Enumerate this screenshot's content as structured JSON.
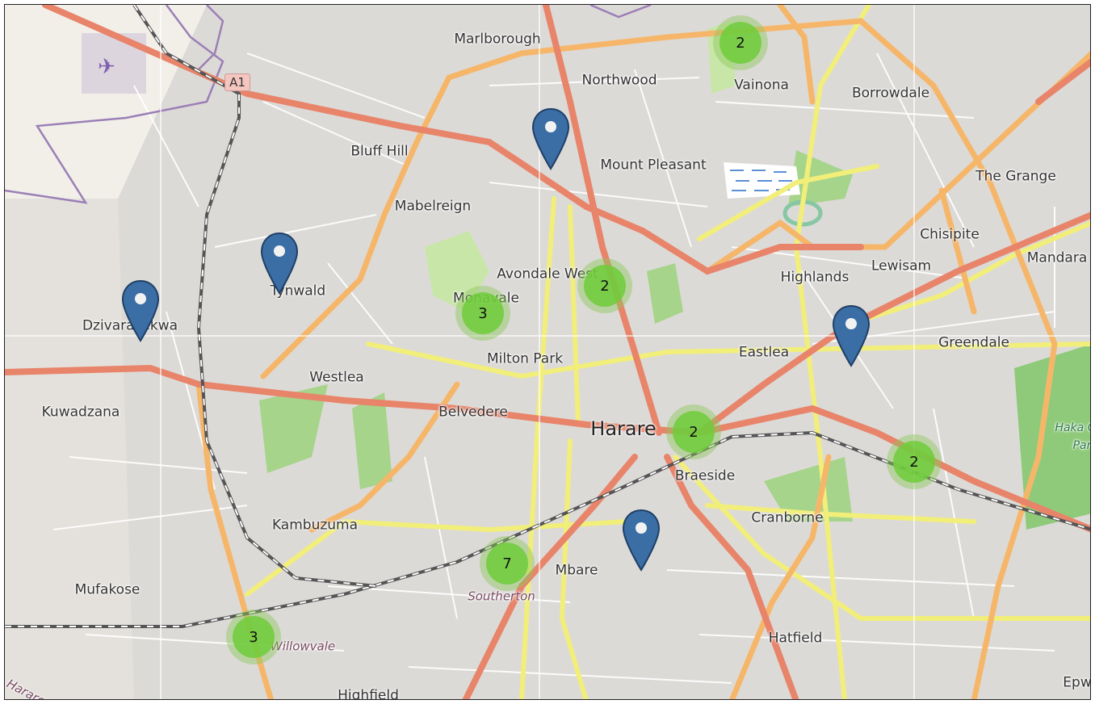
{
  "map": {
    "labels": {
      "marlborough": "Marlborough",
      "northwood": "Northwood",
      "vainona": "Vainona",
      "borrowdale": "Borrowdale",
      "bluff_hill": "Bluff Hill",
      "mount_pleasant": "Mount Pleasant",
      "the_grange": "The Grange",
      "mabelreign": "Mabelreign",
      "chisipite": "Chisipite",
      "lewisam": "Lewisam",
      "mandara": "Mandara",
      "highlands": "Highlands",
      "avondale_west": "Avondale West",
      "tynwald": "Tynwald",
      "monavale": "Monavale",
      "dzivarasekwa": "Dzivarasekwa",
      "greendale": "Greendale",
      "eastlea": "Eastlea",
      "milton_park": "Milton Park",
      "westlea": "Westlea",
      "kuwadzana": "Kuwadzana",
      "belvedere": "Belvedere",
      "harare": "Harare",
      "braeside": "Braeside",
      "cranborne": "Cranborne",
      "kambuzuma": "Kambuzuma",
      "mbare": "Mbare",
      "southerton": "Southerton",
      "mufakose": "Mufakose",
      "willowvale": "Willowvale",
      "hatfield": "Hatfield",
      "highfield": "Highfield",
      "epworth": "Epw",
      "haka_park": "Haka G",
      "haka_park2": "Par",
      "harare_edge": "Harare"
    },
    "road_badge": "A1",
    "clusters": [
      {
        "id": "vainona",
        "count": "2"
      },
      {
        "id": "avondale",
        "count": "2"
      },
      {
        "id": "monavale",
        "count": "3"
      },
      {
        "id": "harare",
        "count": "2"
      },
      {
        "id": "greendale",
        "count": "2"
      },
      {
        "id": "southerton",
        "count": "7"
      },
      {
        "id": "willowvale",
        "count": "3"
      }
    ],
    "marker_color": "#3b6ea5",
    "cluster_color": "#6ecc39"
  }
}
